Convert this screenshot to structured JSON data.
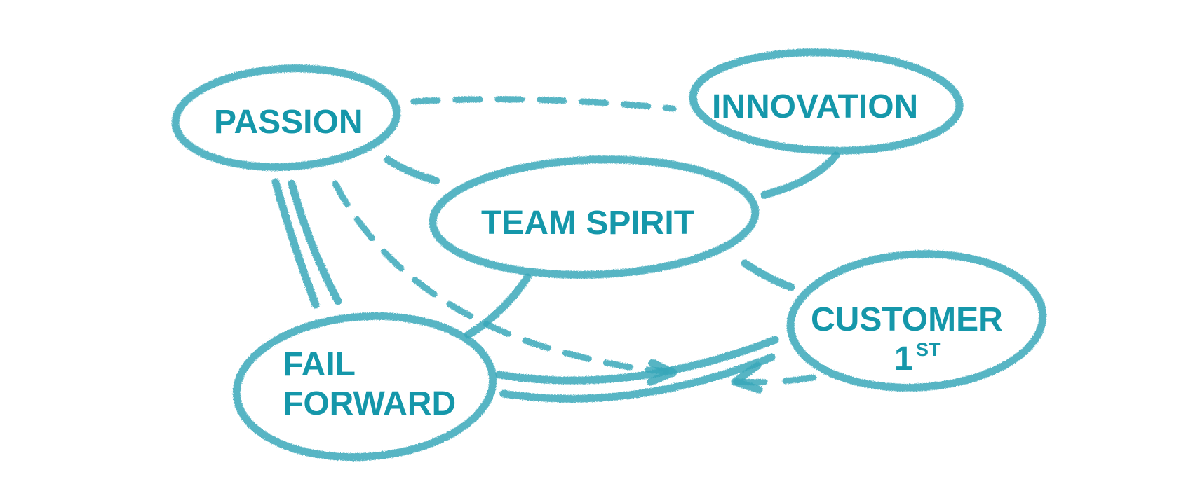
{
  "diagram": {
    "nodes": {
      "passion": {
        "label": "PASSION"
      },
      "innovation": {
        "label": "INNOVATION"
      },
      "team_spirit": {
        "label": "TEAM SPIRIT"
      },
      "fail_forward": {
        "line1": "FAIL",
        "line2": "FORWARD"
      },
      "customer_first": {
        "line1": "CUSTOMER",
        "line2_main": "1",
        "line2_sup": "ST"
      }
    },
    "connections": [
      {
        "from": "PASSION",
        "to": "INNOVATION",
        "style": "dashed"
      },
      {
        "from": "PASSION",
        "to": "TEAM SPIRIT",
        "style": "solid"
      },
      {
        "from": "INNOVATION",
        "to": "TEAM SPIRIT",
        "style": "solid"
      },
      {
        "from": "PASSION",
        "to": "FAIL FORWARD",
        "style": "double"
      },
      {
        "from": "PASSION",
        "to": "CUSTOMER 1ST",
        "style": "dashed-arrow"
      },
      {
        "from": "TEAM SPIRIT",
        "to": "FAIL FORWARD",
        "style": "solid"
      },
      {
        "from": "TEAM SPIRIT",
        "to": "CUSTOMER 1ST",
        "style": "solid"
      },
      {
        "from": "FAIL FORWARD",
        "to": "CUSTOMER 1ST",
        "style": "double"
      },
      {
        "from": "CUSTOMER 1ST",
        "to": "FAIL FORWARD",
        "style": "dashed-arrow"
      }
    ],
    "colors": {
      "stroke": "#3aa8ba",
      "text": "#1597aa",
      "background": "#ffffff"
    }
  }
}
